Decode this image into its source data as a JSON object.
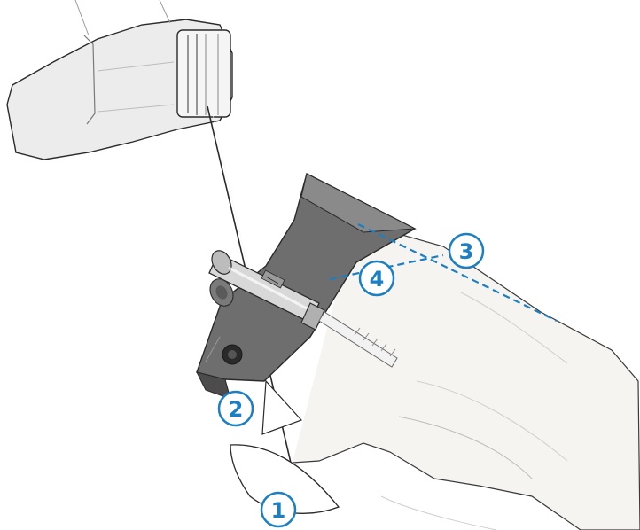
{
  "colors": {
    "accent": "#1b7fc4",
    "metal_dark": "#5b5b5b",
    "metal_mid": "#8a8a8a",
    "metal_light": "#d2d2d2",
    "line": "#2a2a2a",
    "skin": "#f4f2ef"
  },
  "callouts": {
    "c1": {
      "number": "1"
    },
    "c2": {
      "number": "2"
    },
    "c3": {
      "number": "3"
    },
    "c4": {
      "number": "4"
    }
  }
}
